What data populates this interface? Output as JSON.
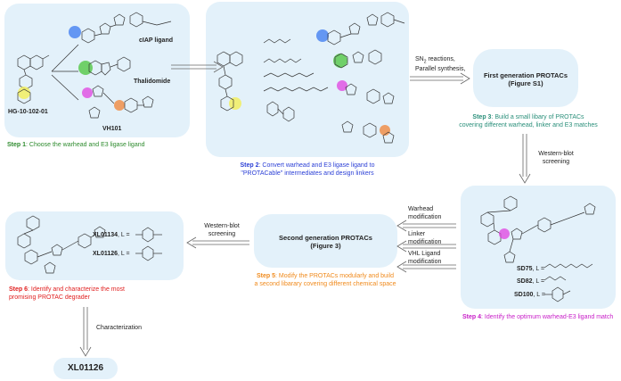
{
  "step1": {
    "compound": "HG-10-102-01",
    "ligands": [
      "cIAP ligand",
      "Thalidomide",
      "VH101"
    ],
    "caption_num": "Step 1",
    "caption_text": ": Choose the warhead and E3 ligase ligand",
    "color": "#2e8b2e"
  },
  "step2": {
    "caption_num": "Step 2",
    "caption_text_1": ": Convert warhead and E3 ligase ligand to",
    "caption_text_2": "\"PROTACable\" intermediates and design linkers",
    "color": "#2b3fd6"
  },
  "arrow_label": {
    "line1_a": "SN",
    "line1_sub": "2",
    "line1_b": " reactions,",
    "line2": "Parallel synthesis,"
  },
  "first_gen": {
    "title_1": "First generation PROTACs",
    "title_2": "(Figure S1)"
  },
  "step3": {
    "caption_num": "Step 3",
    "caption_text_1": ": Build a small libary of PROTACs",
    "caption_text_2": "covering different warhead, linker and E3 matches",
    "color": "#2a8f7a"
  },
  "western_blot_1": {
    "line1": "Western-blot",
    "line2": "screening"
  },
  "step4": {
    "compounds": [
      {
        "name": "SD75",
        "suffix": ", L ="
      },
      {
        "name": "SD82",
        "suffix": ", L ="
      },
      {
        "name": "SD100",
        "suffix": ", L ="
      }
    ],
    "caption_num": "Step 4",
    "caption_text": ": Identify the optimum warhead-E3 ligand match",
    "color": "#c81ec8"
  },
  "modifications": [
    {
      "line1": "Warhead",
      "line2": "modification"
    },
    {
      "line1": "Linker",
      "line2": "modification"
    },
    {
      "line1": "VHL Ligand",
      "line2": "modification"
    }
  ],
  "second_gen": {
    "title_1": "Second generation PROTACs",
    "title_2": "(Figure 3)"
  },
  "step5": {
    "caption_num": "Step 5",
    "caption_text_1": ": Modify the PROTACs modularly and build",
    "caption_text_2": "a second libarary covering different chemical space",
    "color": "#f08a1c"
  },
  "western_blot_2": {
    "line1": "Western-blot",
    "line2": "screening"
  },
  "step6": {
    "compounds": [
      {
        "name": "XL01134",
        "suffix": ", L ="
      },
      {
        "name": "XL01126",
        "suffix": ", L ="
      }
    ],
    "caption_num": "Step 6",
    "caption_text_1": ": Identify and characterize the most",
    "caption_text_2": "promising PROTAC degrader",
    "color": "#e02020"
  },
  "characterization": "Characterization",
  "final_compound": "XL01126"
}
